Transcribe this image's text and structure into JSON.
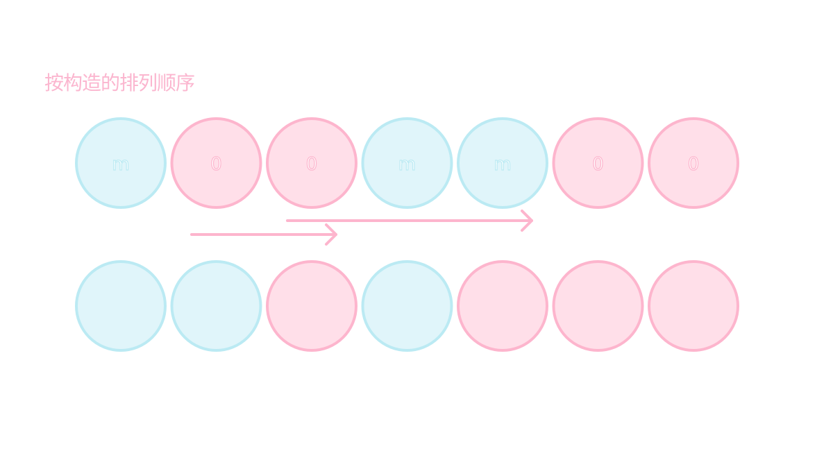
{
  "title": "按构造的排列顺序",
  "colors": {
    "title": "#fbb6cf",
    "blue_fill": "#e0f5fa",
    "blue_stroke": "#bbeaf3",
    "pink_fill": "#ffdfe9",
    "pink_stroke": "#fdb5cd",
    "label_stroke_blue": "#bbeaf3",
    "label_stroke_pink": "#fdb5cd",
    "arrow": "#fdb5cd"
  },
  "row_top": [
    {
      "color": "blue",
      "label": "m"
    },
    {
      "color": "pink",
      "label": "0"
    },
    {
      "color": "pink",
      "label": "0"
    },
    {
      "color": "blue",
      "label": "m"
    },
    {
      "color": "blue",
      "label": "m"
    },
    {
      "color": "pink",
      "label": "0"
    },
    {
      "color": "pink",
      "label": "0"
    }
  ],
  "row_bottom": [
    {
      "color": "blue",
      "label": ""
    },
    {
      "color": "blue",
      "label": ""
    },
    {
      "color": "pink",
      "label": ""
    },
    {
      "color": "blue",
      "label": ""
    },
    {
      "color": "pink",
      "label": ""
    },
    {
      "color": "pink",
      "label": ""
    },
    {
      "color": "pink",
      "label": ""
    }
  ],
  "arrows": [
    {
      "name": "arrow-short",
      "from_index": 1,
      "to_index": 2
    },
    {
      "name": "arrow-long",
      "from_index": 2,
      "to_index": 4
    }
  ]
}
